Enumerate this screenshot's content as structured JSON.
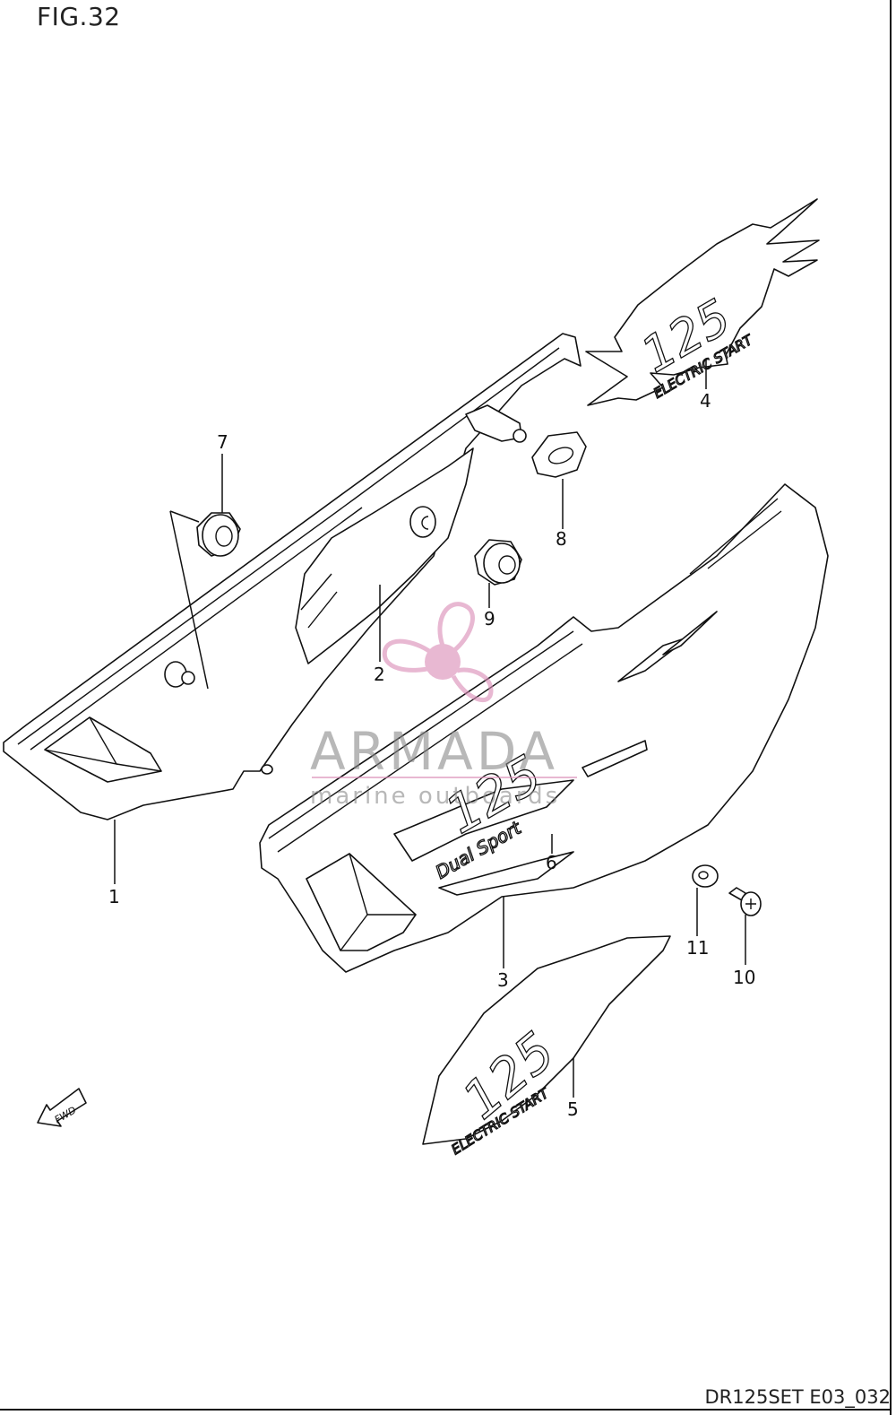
{
  "figure": {
    "title": "FIG.32",
    "code": "DR125SET E03_032"
  },
  "callouts": [
    {
      "id": "c1",
      "label": "1"
    },
    {
      "id": "c2",
      "label": "2"
    },
    {
      "id": "c3",
      "label": "3"
    },
    {
      "id": "c4",
      "label": "4"
    },
    {
      "id": "c5",
      "label": "5"
    },
    {
      "id": "c6",
      "label": "6"
    },
    {
      "id": "c7",
      "label": "7"
    },
    {
      "id": "c8",
      "label": "8"
    },
    {
      "id": "c9",
      "label": "9"
    },
    {
      "id": "c10",
      "label": "10"
    },
    {
      "id": "c11",
      "label": "11"
    }
  ],
  "decals": {
    "four_big": "125",
    "four_small": "ELECTRIC START",
    "six_big": "125",
    "six_small": "Dual Sport",
    "five_big": "125",
    "five_small": "ELECTRIC START"
  },
  "fwd_label": "FWD",
  "watermark": {
    "brand": "ARMADA",
    "tagline": "marine outboards",
    "color": "#e4a0c4"
  }
}
